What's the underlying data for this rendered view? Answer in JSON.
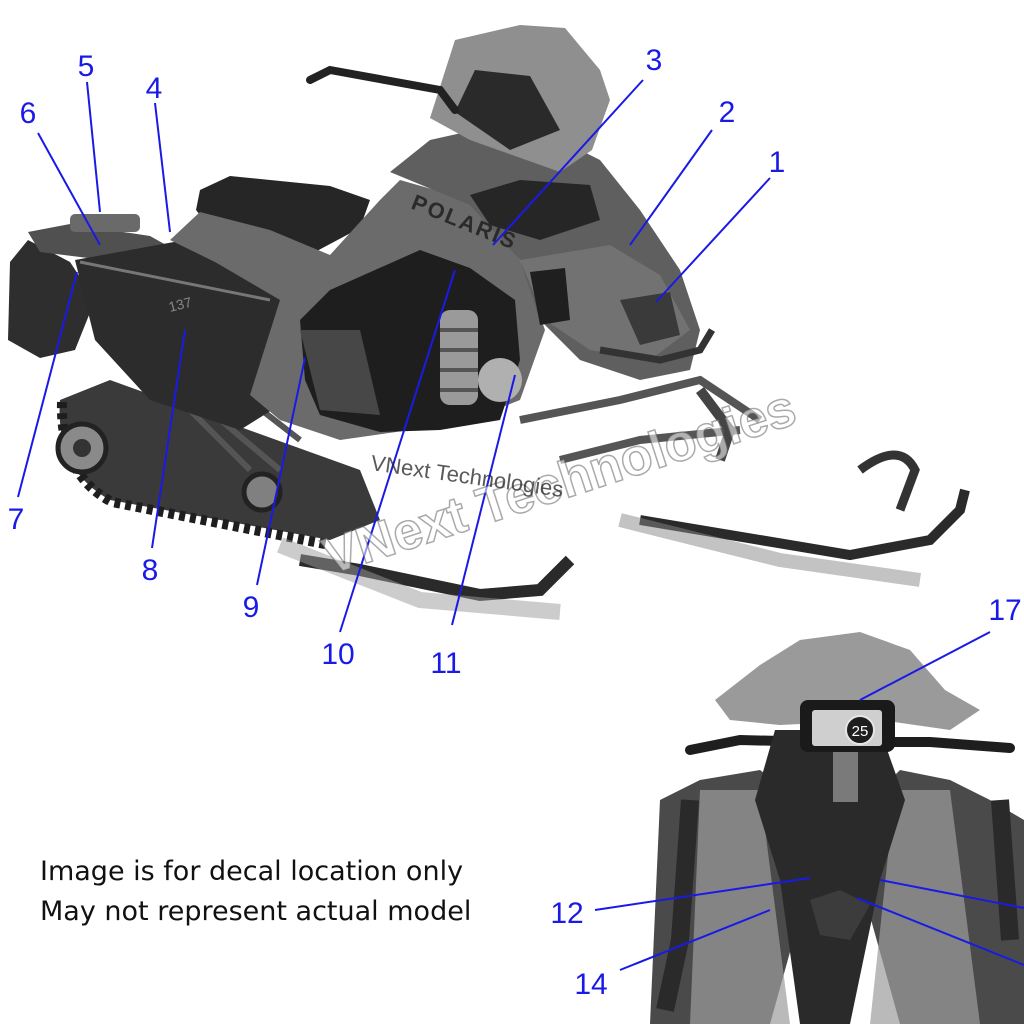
{
  "diagram": {
    "brand": "POLARIS",
    "model_badge": "137",
    "gauge_readout": "25",
    "callouts": [
      "1",
      "2",
      "3",
      "4",
      "5",
      "6",
      "7",
      "8",
      "9",
      "10",
      "11",
      "12",
      "14",
      "17"
    ],
    "note_line1": "Image is for decal location only",
    "note_line2": "May not represent actual model",
    "watermark_main": "VNext Technologies",
    "watermark_small": "VNext Technologies",
    "colors": {
      "callout": "#1a1ae6",
      "body": "#6b6b6b",
      "dark": "#2a2a2a",
      "light": "#a9a9a9"
    }
  }
}
